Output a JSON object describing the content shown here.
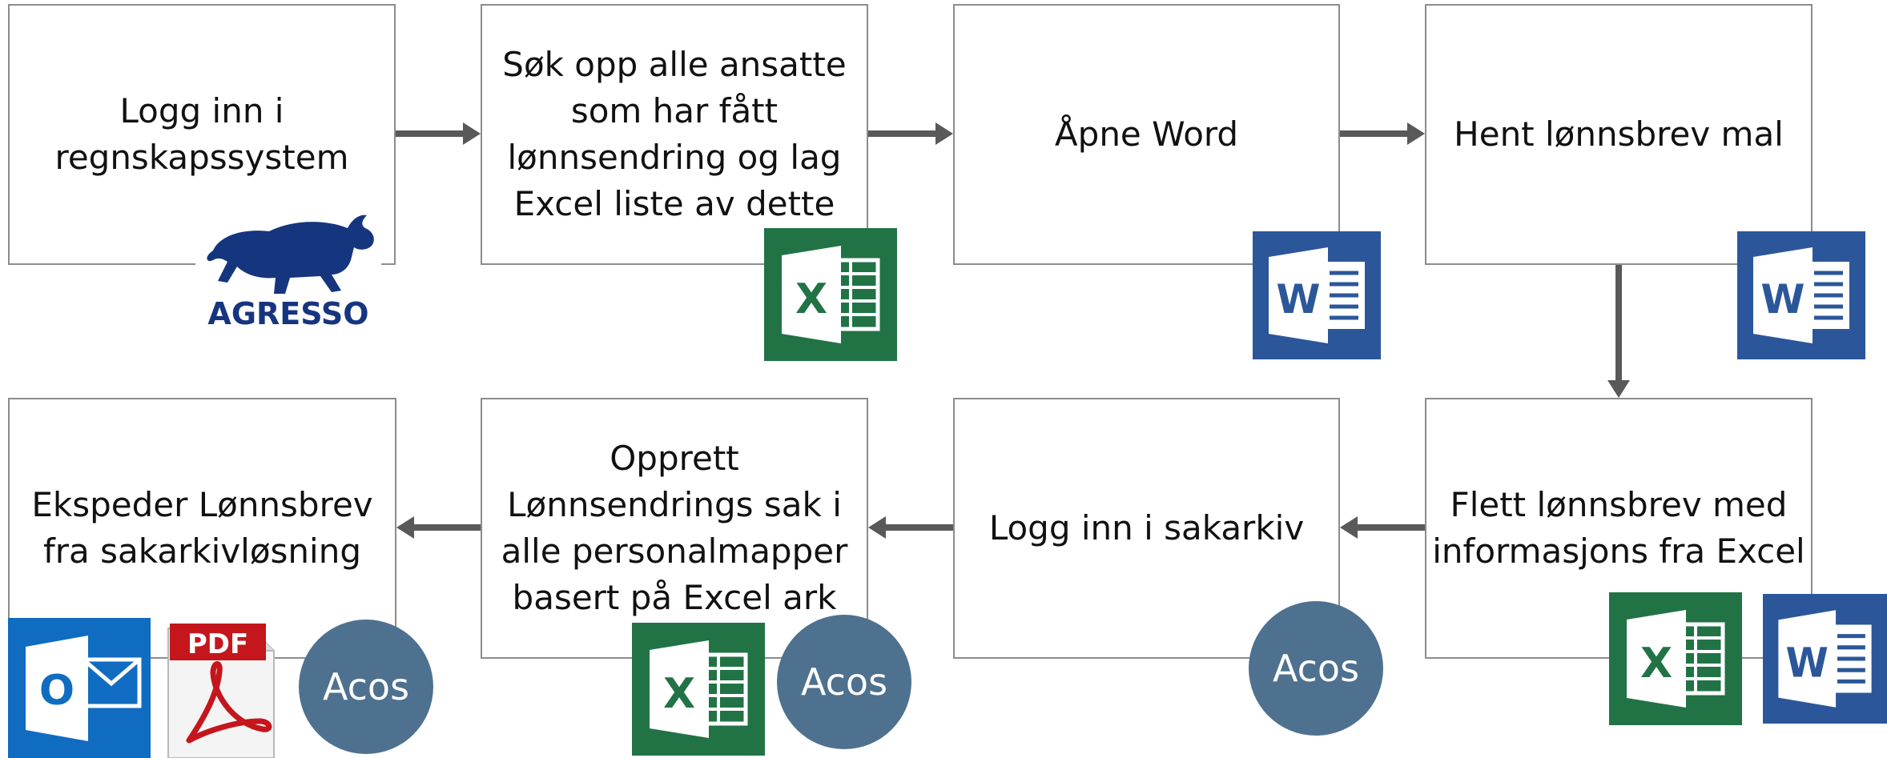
{
  "colors": {
    "box_border": "#8c8c8c",
    "arrow": "#595959",
    "excel_green": "#217346",
    "word_blue": "#2b579a",
    "acos_teal": "#4f7190",
    "outlook_blue": "#0f6cc1",
    "pdf_red": "#c4161c",
    "agresso_navy": "#16357f"
  },
  "steps": [
    {
      "label": "Logg inn i\nregnskapssystem"
    },
    {
      "label": "Søk opp alle ansatte\nsom har fått\nlønnsendring og lag\nExcel liste av dette"
    },
    {
      "label": "Åpne Word"
    },
    {
      "label": "Hent lønnsbrev mal"
    },
    {
      "label": "Flett lønnsbrev med\ninformasjons fra Excel"
    },
    {
      "label": "Logg inn i sakarkiv"
    },
    {
      "label": "Opprett\nLønnsendrings sak i\nalle personalmapper\nbasert på Excel ark"
    },
    {
      "label": "Ekspeder Lønnsbrev\nfra sakarkivløsning"
    }
  ],
  "icons": {
    "agresso_text": "AGRESSO",
    "acos_text": "Acos",
    "pdf_text": "PDF",
    "excel_letter": "X",
    "word_letter": "W",
    "outlook_letter": "O"
  }
}
